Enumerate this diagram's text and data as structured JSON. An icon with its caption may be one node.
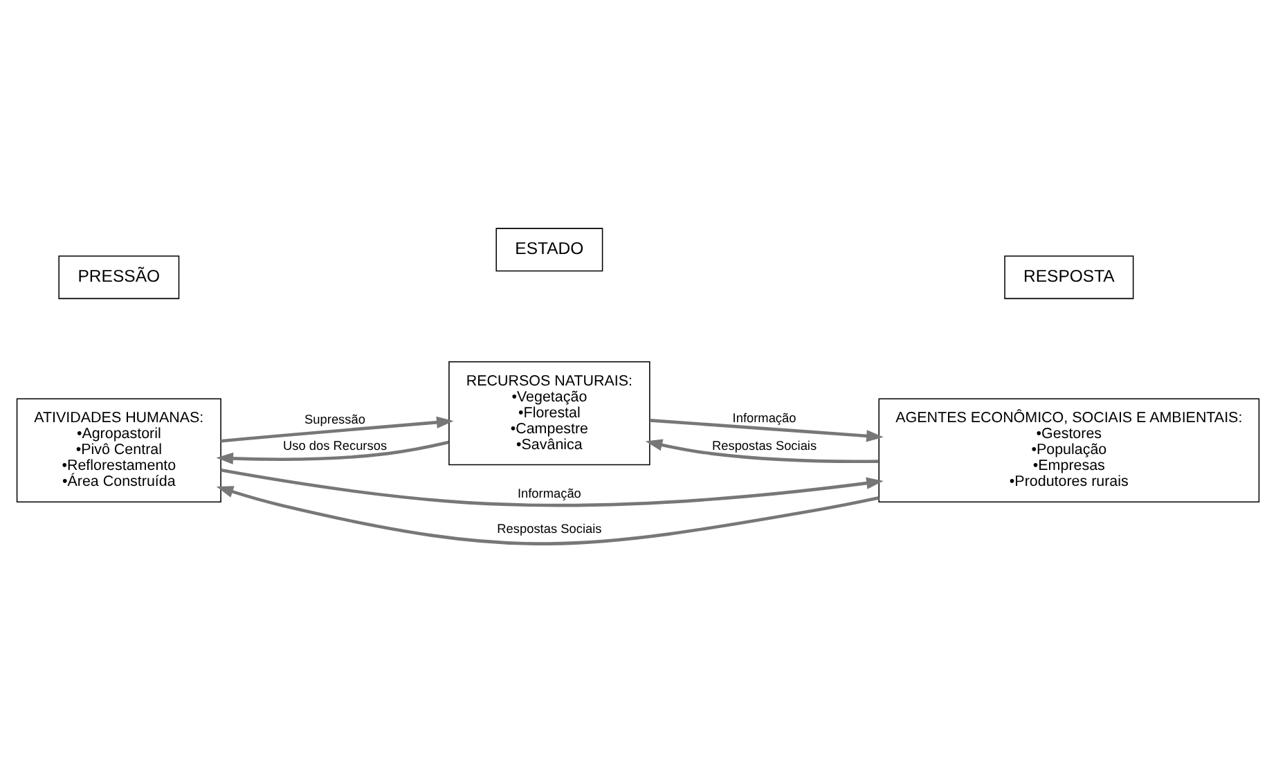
{
  "diagram": {
    "nodes": [
      {
        "text": [
          "PRESSÃO"
        ]
      },
      {
        "text": [
          "ESTADO"
        ]
      },
      {
        "text": [
          "RESPOSTA"
        ]
      },
      {
        "text": [
          "ATIVIDADES HUMANAS:",
          "•Agropastoril",
          "•Pivô Central",
          "•Reflorestamento",
          "•Área Construída"
        ]
      },
      {
        "text": [
          "RECURSOS NATURAIS:",
          "•Vegetação",
          "•Florestal",
          "•Campestre",
          "•Savânica"
        ]
      },
      {
        "text": [
          "AGENTES ECONÔMICO, SOCIAIS E AMBIENTAIS:",
          "•Gestores",
          "•População",
          "•Empresas",
          "•Produtores rurais"
        ]
      }
    ],
    "edges": [
      {
        "from": 3,
        "to": 5,
        "arrow": "to",
        "label": "Informação"
      },
      {
        "from": 3,
        "to": 4,
        "arrow": "to",
        "label": "Supressão"
      },
      {
        "from": 4,
        "to": 3,
        "arrow": "to",
        "label": "Uso dos Recursos"
      },
      {
        "from": 4,
        "to": 5,
        "arrow": "to",
        "label": "Informação"
      },
      {
        "from": 5,
        "to": 4,
        "arrow": "to",
        "label": "Respostas Sociais"
      },
      {
        "from": 5,
        "to": 3,
        "arrow": "to",
        "label": "Respostas Sociais"
      }
    ]
  }
}
